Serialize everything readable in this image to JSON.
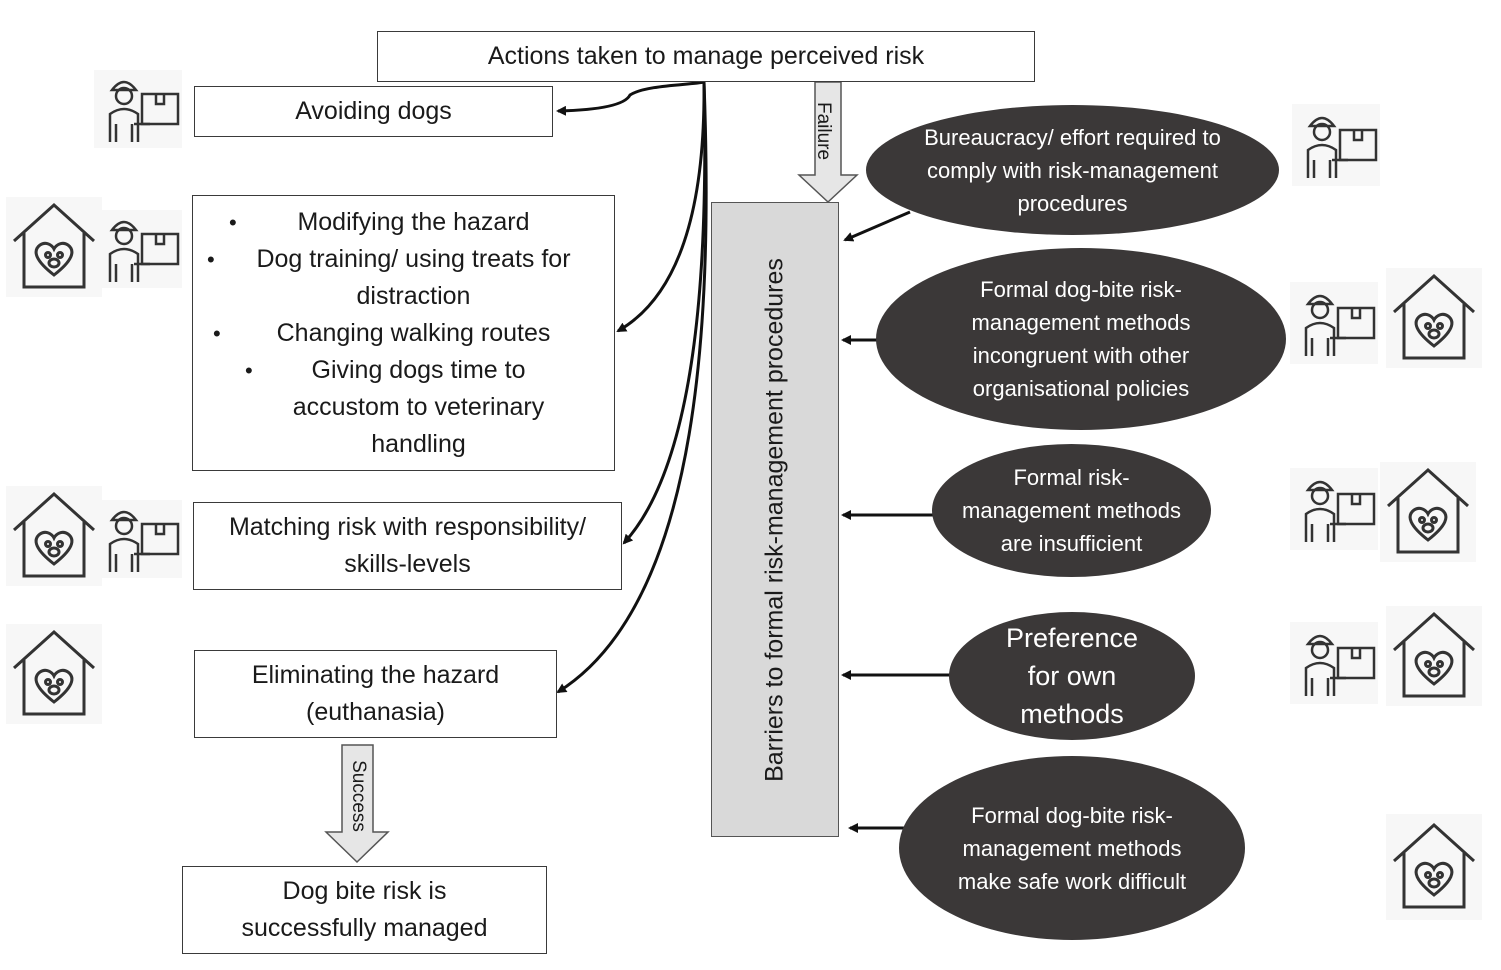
{
  "top_box": "Actions taken to manage perceived risk",
  "actions": {
    "avoiding": "Avoiding dogs",
    "modifying": [
      "Modifying the hazard",
      "Dog training/ using treats for distraction",
      "Changing walking routes",
      "Giving dogs time to accustom to veterinary handling"
    ],
    "matching": "Matching risk with responsibility/ skills-levels",
    "eliminating": "Eliminating the hazard (euthanasia)"
  },
  "outcome": "Dog bite risk is successfully managed",
  "labels": {
    "failure": "Failure",
    "success": "Success"
  },
  "barrier_title": "Barriers to formal risk-management procedures",
  "barriers": [
    "Bureaucracy/ effort required to comply with risk-management procedures",
    "Formal dog-bite risk-management methods incongruent with other organisational policies",
    "Formal risk-management methods are insufficient",
    "Preference for own methods",
    "Formal dog-bite risk-management methods make safe work difficult"
  ],
  "icons": {
    "worker": "delivery-worker-icon",
    "home": "dog-house-icon"
  },
  "colors": {
    "ellipse": "#3b3838",
    "barrier_fill": "#d9d9d9",
    "stroke": "#1a1a1a"
  }
}
